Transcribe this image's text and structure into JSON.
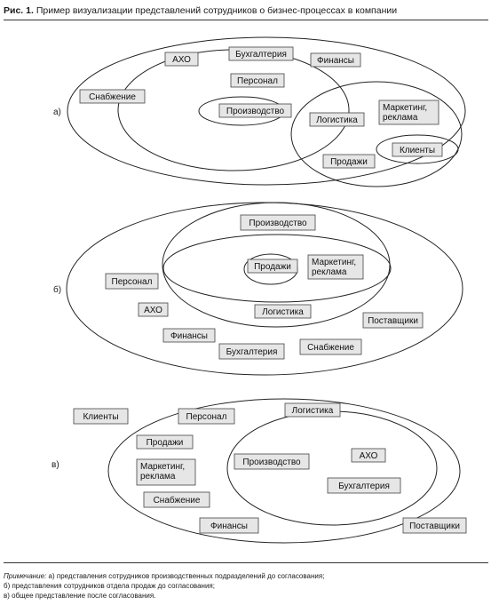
{
  "figure": {
    "title_prefix": "Рис. 1.",
    "title_text": "Пример визуализации представлений сотрудников о бизнес-процессах в компании"
  },
  "panels": [
    {
      "label": "а)",
      "boxes": [
        "АХО",
        "Бухгалтерия",
        "Финансы",
        "Снабжение",
        "Персонал",
        "Производство",
        "Логистика",
        "Маркетинг,\nреклама",
        "Клиенты",
        "Продажи"
      ]
    },
    {
      "label": "б)",
      "boxes": [
        "Производство",
        "Продажи",
        "Маркетинг,\nреклама",
        "Персонал",
        "АХО",
        "Логистика",
        "Поставщики",
        "Финансы",
        "Бухгалтерия",
        "Снабжение"
      ]
    },
    {
      "label": "в)",
      "boxes": [
        "Клиенты",
        "Персонал",
        "Логистика",
        "Продажи",
        "Маркетинг,\nреклама",
        "Производство",
        "АХО",
        "Бухгалтерия",
        "Снабжение",
        "Финансы",
        "Поставщики"
      ]
    }
  ],
  "notes": {
    "line1_prefix": "Примечание:",
    "line1_text": "а) представления сотрудников производственных подразделений до согласования;",
    "line2": "б) представления сотрудников отдела продаж до согласования;",
    "line3": "в) общее представление после согласования."
  },
  "colors": {
    "box_fill": "#e6e6e6",
    "box_stroke": "#444444",
    "line": "#222222"
  }
}
